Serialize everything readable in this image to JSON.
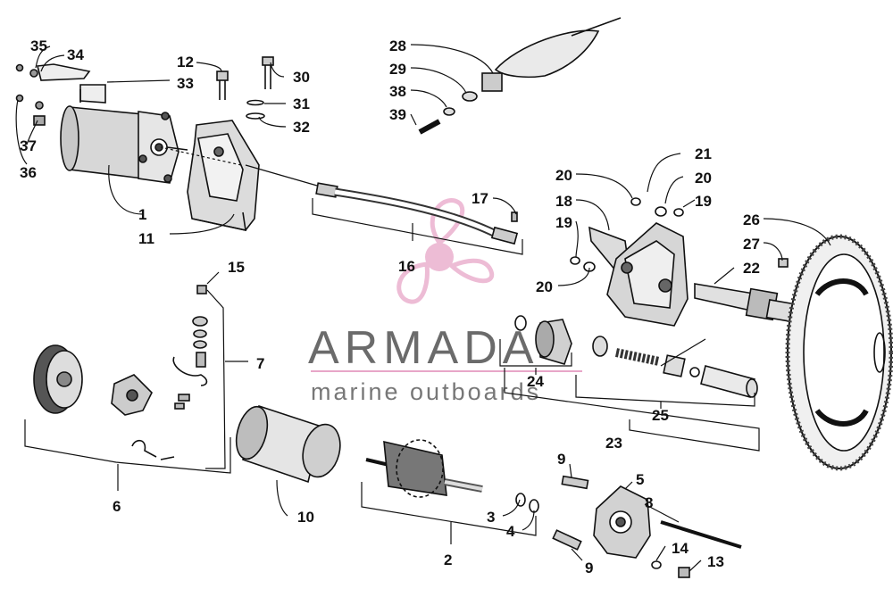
{
  "watermark": {
    "brand": "ARMADA",
    "tagline": "marine outboards",
    "accent_color": "#e8a6c8",
    "text_color": "#6b6b6b"
  },
  "callouts": {
    "c1": "1",
    "c2": "2",
    "c3": "3",
    "c4": "4",
    "c5": "5",
    "c6": "6",
    "c7": "7",
    "c8": "8",
    "c9a": "9",
    "c9b": "9",
    "c10": "10",
    "c11": "11",
    "c12": "12",
    "c13": "13",
    "c14": "14",
    "c15": "15",
    "c16": "16",
    "c17": "17",
    "c18": "18",
    "c19a": "19",
    "c19b": "19",
    "c20a": "20",
    "c20b": "20",
    "c20c": "20",
    "c21": "21",
    "c22": "22",
    "c23": "23",
    "c24": "24",
    "c25": "25",
    "c26": "26",
    "c27": "27",
    "c28": "28",
    "c29": "29",
    "c30": "30",
    "c31": "31",
    "c32": "32",
    "c33": "33",
    "c34": "34",
    "c35": "35",
    "c36": "36",
    "c37": "37",
    "c38": "38",
    "c39": "39"
  }
}
